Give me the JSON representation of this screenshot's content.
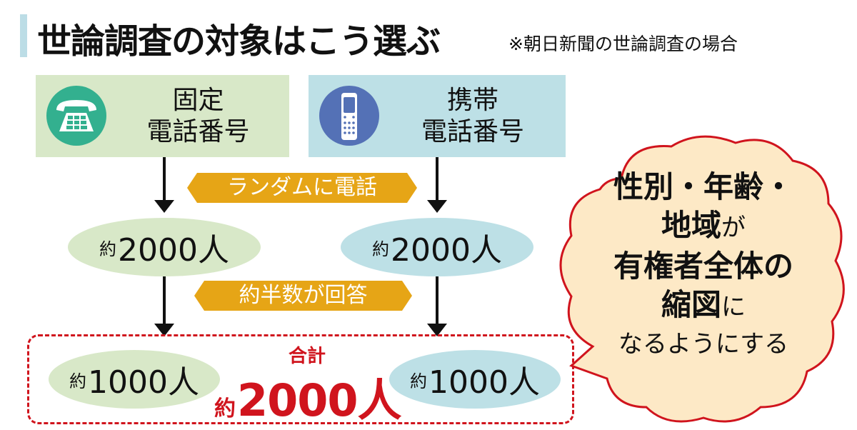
{
  "header": {
    "title": "世論調査の対象はこう選ぶ",
    "note": "※朝日新聞の世論調査の場合"
  },
  "sources": [
    {
      "label_line1": "固定",
      "label_line2": "電話番号",
      "icon": "landline-phone-icon",
      "color": "#33b08f"
    },
    {
      "label_line1": "携帯",
      "label_line2": "電話番号",
      "icon": "mobile-phone-icon",
      "color": "#5471b6"
    }
  ],
  "steps": {
    "call": "ランダムに電話",
    "answer": "約半数が回答"
  },
  "called": [
    {
      "prefix": "約",
      "value": "2000人"
    },
    {
      "prefix": "約",
      "value": "2000人"
    }
  ],
  "responded": [
    {
      "prefix": "約",
      "value": "1000人"
    },
    {
      "prefix": "約",
      "value": "1000人"
    }
  ],
  "total": {
    "label": "合計",
    "prefix": "約",
    "value": "2000人"
  },
  "bubble": {
    "line1": "性別・年齢・",
    "line2_bold": "地域",
    "line2_rest": "が",
    "line3": "有権者全体の",
    "line4_bold": "縮図",
    "line4_rest": "に",
    "line5": "なるようにする"
  },
  "colors": {
    "accent_red": "#d0141d",
    "banner": "#e6a516",
    "green": "#d8e8c8",
    "blue": "#bde0e6"
  }
}
